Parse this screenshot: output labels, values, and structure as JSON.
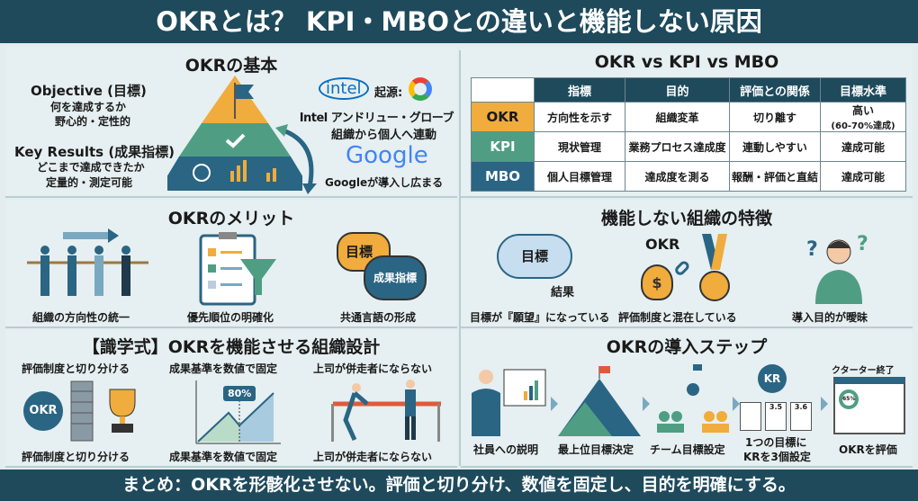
{
  "header": {
    "title": "OKRとは？ KPI・MBOとの違いと機能しない原因"
  },
  "basics": {
    "title": "OKRの基本",
    "objective_title": "Objective (目標)",
    "objective_lines": [
      "何を達成するか",
      "野心的・定性的"
    ],
    "kr_title": "Key Results (成果指標)",
    "kr_lines": [
      "どこまで達成できたか",
      "定量的・測定可能"
    ],
    "origin_label": "起源:",
    "intel_logo": "intel",
    "origin_lines": [
      "Intel アンドリュー・グローブ",
      "組織から個人へ連動"
    ],
    "google_logo": "Google",
    "google_line": "Googleが導入し広まる"
  },
  "comparison": {
    "title": "OKR vs KPI vs MBO",
    "columns": [
      "指標",
      "目的",
      "評価との関係",
      "目標水準"
    ],
    "rows": [
      {
        "name": "OKR",
        "color": "#f0ac3c",
        "cells": [
          "方向性を示す",
          "組織変革",
          "切り離す",
          "高い",
          "(60-70%達成)"
        ]
      },
      {
        "name": "KPI",
        "color": "#4f9e84",
        "cells": [
          "現状管理",
          "業務プロセス達成度",
          "連動しやすい",
          "達成可能"
        ]
      },
      {
        "name": "MBO",
        "color": "#2a6584",
        "cells": [
          "個人目標管理",
          "達成度を測る",
          "報酬・評価と直結",
          "達成可能"
        ]
      }
    ]
  },
  "merits": {
    "title": "OKRのメリット",
    "items": [
      "組織の方向性の統一",
      "優先順位の明確化",
      "共通言語の形成"
    ],
    "bubble1": "目標",
    "bubble2": "成果指標"
  },
  "failures": {
    "title": "機能しない組織の特徴",
    "items": [
      "目標が『願望』になっている",
      "評価制度と混在している",
      "導入目的が曖昧"
    ],
    "cloud_text": "目標",
    "result_text": "結果",
    "okr_label": "OKR",
    "money_symbol": "$"
  },
  "design": {
    "title": "【識学式】OKRを機能させる組織設計",
    "items": [
      "評価制度と切り分ける",
      "成果基準を数値で固定",
      "上司が併走者にならない"
    ],
    "okr_badge": "OKR",
    "percent_label": "80%"
  },
  "steps": {
    "title": "OKRの導入ステップ",
    "items": [
      "社員への説明",
      "最上位目標決定",
      "チーム目標設定",
      "1つの目標に",
      "KRを3個設定",
      "OKRを評価"
    ],
    "kr_badge": "KR",
    "values": [
      "3.5",
      "3.6"
    ],
    "end_label": "クターター終了",
    "donut_label": "65%"
  },
  "footer": {
    "summary": "まとめ：OKRを形骸化させない。評価と切り分け、数値を固定し、目的を明確にする。"
  },
  "colors": {
    "navy": "#1e4a5c",
    "orange": "#f0ac3c",
    "green": "#4f9e84",
    "blue": "#2a6584"
  }
}
